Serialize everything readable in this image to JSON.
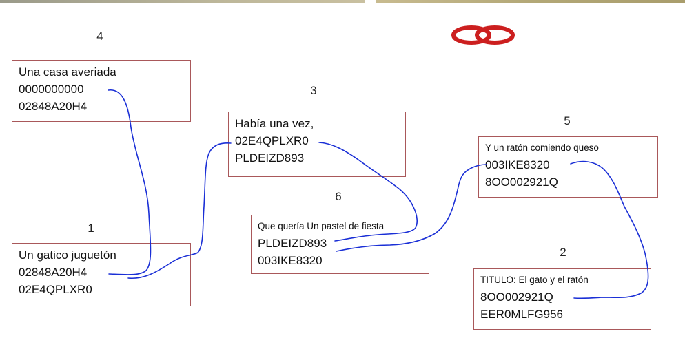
{
  "numbers": {
    "n1": "1",
    "n2": "2",
    "n3": "3",
    "n4": "4",
    "n5": "5",
    "n6": "6"
  },
  "cards": {
    "c1": {
      "title": "Un gatico juguetón",
      "code1": "02848A20H4",
      "code2": "02E4QPLXR0"
    },
    "c2": {
      "title": "TITULO: El gato y el ratón",
      "code1": "8OO002921Q",
      "code2": "EER0MLFG956"
    },
    "c3": {
      "title": "Había una vez,",
      "code1": "02E4QPLXR0",
      "code2": "PLDEIZD893"
    },
    "c4": {
      "title": "Una casa averiada",
      "code1": "0000000000",
      "code2": "02848A20H4"
    },
    "c5": {
      "title": "Y un ratón comiendo queso",
      "code1": "003IKE8320",
      "code2": "8OO002921Q"
    },
    "c6": {
      "title": "Que quería Un pastel de fiesta",
      "code1": "PLDEIZD893",
      "code2": "003IKE8320"
    }
  },
  "colors": {
    "border": "#a9585a",
    "connector": "#1a2fd6",
    "logo": "#cc1f1f"
  }
}
